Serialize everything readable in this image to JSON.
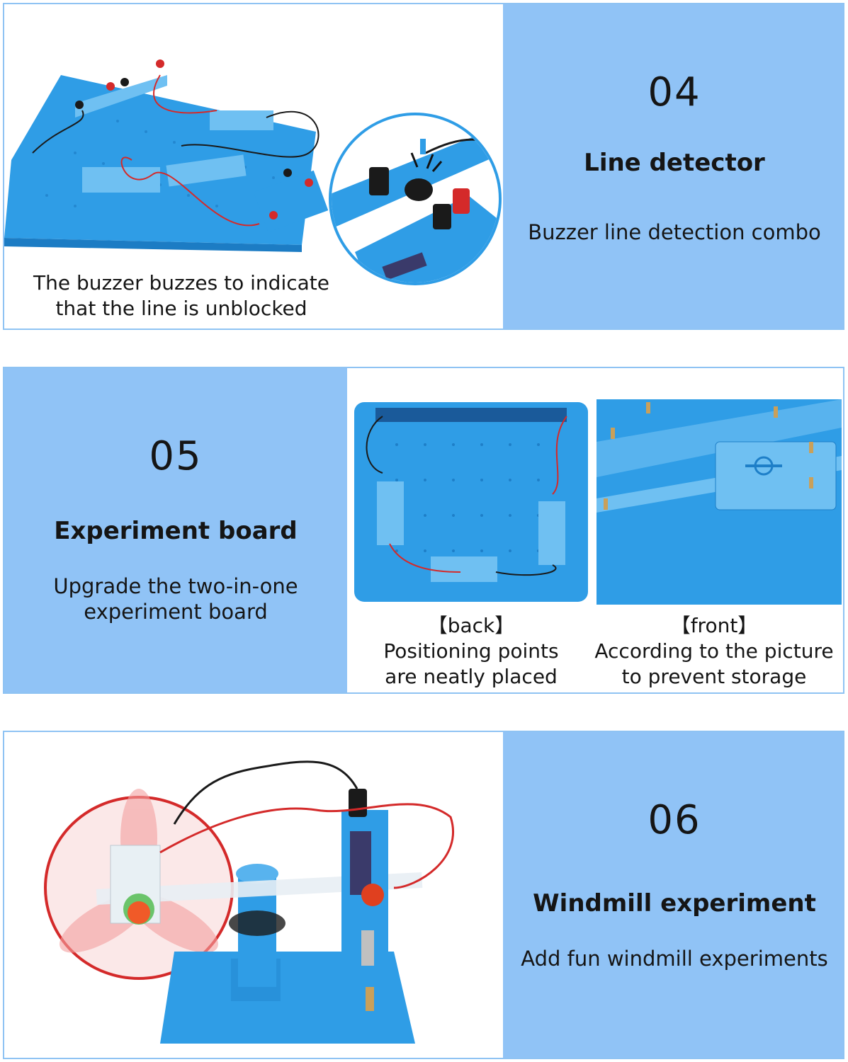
{
  "section04": {
    "number": "04",
    "title": "Line detector",
    "subtitle": "Buzzer line detection combo",
    "caption_line1": "The buzzer buzzes to indicate",
    "caption_line2": "that the line is unblocked"
  },
  "section05": {
    "number": "05",
    "title": "Experiment board",
    "subtitle_line1": "Upgrade the two-in-one",
    "subtitle_line2": "experiment board",
    "back_label": "【back】",
    "back_line1": "Positioning points",
    "back_line2": "are neatly placed",
    "front_label": "【front】",
    "front_line1": "According to the picture",
    "front_line2": "to prevent storage"
  },
  "section06": {
    "number": "06",
    "title": "Windmill experiment",
    "subtitle": "Add fun windmill experiments"
  },
  "colors": {
    "panel_blue": "#90c3f6",
    "board_blue": "#2f9de6",
    "wire_red": "#d42a2a",
    "wire_black": "#1a1a1a"
  }
}
